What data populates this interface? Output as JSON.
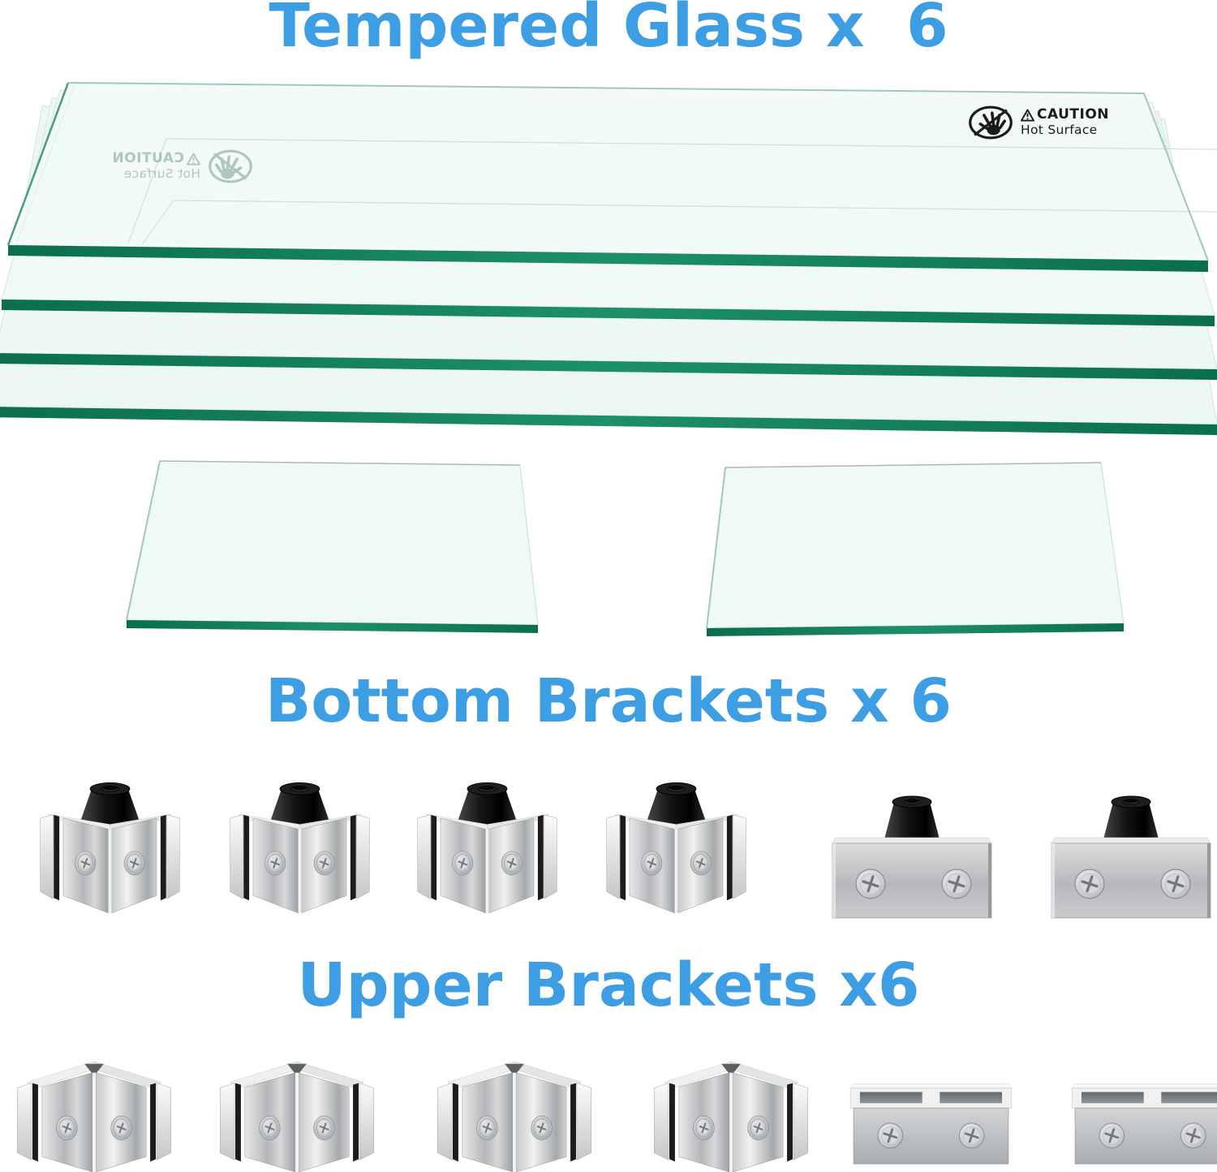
{
  "image": {
    "type": "product-parts-overview",
    "background": "#ffffff"
  },
  "headings": {
    "tempered_glass": "Tempered Glass x  6",
    "bottom_brackets": "Bottom Brackets x 6",
    "upper_brackets": "Upper Brackets x6"
  },
  "heading_color": "#3d9ee4",
  "glass": {
    "large_panel_count": 4,
    "small_panel_count": 2,
    "edge_color": "#147a58",
    "caution": {
      "word": "CAUTION",
      "line2": "Hot Surface"
    },
    "caution_label_count": 2,
    "caution_mirrored_copy": true
  },
  "bracket_rows": {
    "bottom": {
      "corner_count": 4,
      "flat_count": 2,
      "has_rubber_foot": true
    },
    "upper": {
      "corner_count": 4,
      "flat_count": 2,
      "has_rubber_foot": false
    }
  },
  "icons": {
    "no_touch_hand": "hand-in-crossed-oval",
    "warning_triangle": "exclamation-triangle"
  }
}
